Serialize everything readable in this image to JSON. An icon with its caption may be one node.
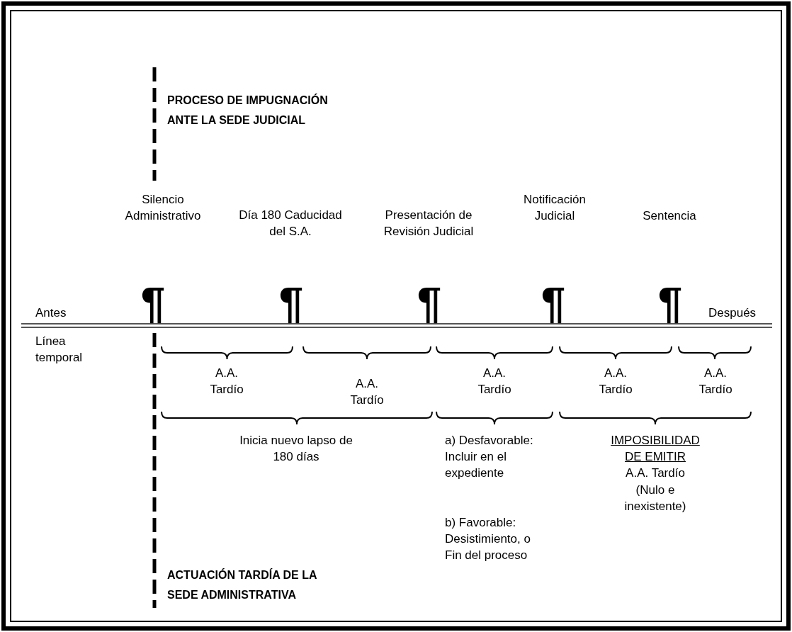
{
  "diagram": {
    "labels": [
      "PROCESO DE IMPUGNACIÓN ANTE LA SEDE JUDICIAL",
      "Silencio Administrativo",
      "Día 180 Caducidad del S.A.",
      "Presentación de Revisión Judicial",
      "Notificación Judicial",
      "Sentencia",
      "Antes",
      "¶",
      "¶",
      "¶",
      "¶",
      "¶",
      "Después",
      "Línea temporal",
      "A.A. Tardío",
      "A.A. Tardío",
      "A.A. Tardío",
      "A.A. Tardío",
      "A.A. Tardío",
      "Inicia nuevo lapso de 180 días",
      "a) Desfavorable: Incluir en el expediente",
      "IMPOSIBILIDAD DE EMITIR",
      "A.A. Tardío",
      "(Nulo e inexistente)",
      "b) Favorable: Desistimiento, o Fin del proceso",
      "ACTUACIÓN TARDÍA DE LA SEDE ADMINISTRATIVA"
    ]
  }
}
